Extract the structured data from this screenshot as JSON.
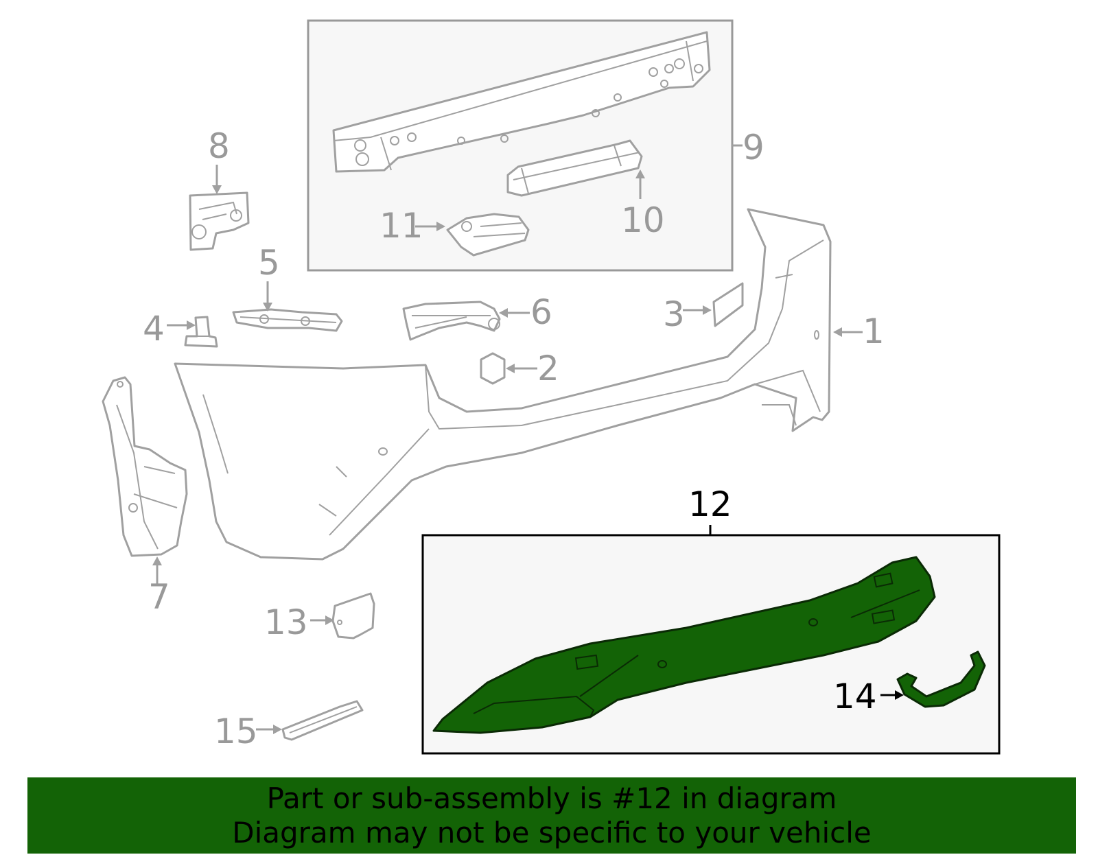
{
  "callouts": {
    "c1": "1",
    "c2": "2",
    "c3": "3",
    "c4": "4",
    "c5": "5",
    "c6": "6",
    "c7": "7",
    "c8": "8",
    "c9": "9",
    "c10": "10",
    "c11": "11",
    "c12": "12",
    "c13": "13",
    "c14": "14",
    "c15": "15"
  },
  "highlighted_part": "12",
  "colors": {
    "highlight": "#136306",
    "line": "#a0a0a0",
    "panel": "#f7f7f7"
  },
  "banner": {
    "line1": "Part or sub-assembly is #12 in diagram",
    "line2": "Diagram may not be specific to your vehicle"
  }
}
